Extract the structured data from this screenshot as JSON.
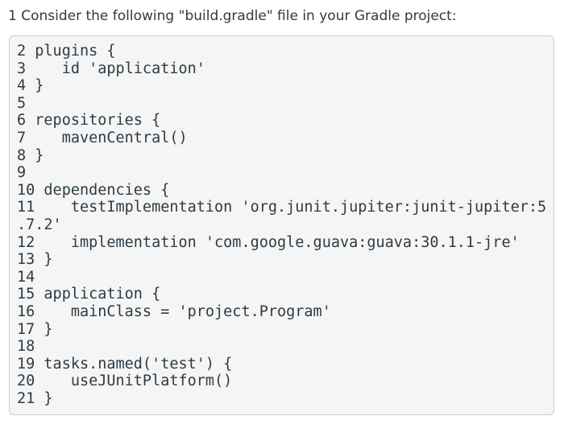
{
  "question": {
    "text": "1 Consider the following \"build.gradle\" file in your Gradle project:"
  },
  "code": {
    "lines": [
      "2 plugins {",
      "3    id 'application'",
      "4 }",
      "5",
      "6 repositories {",
      "7    mavenCentral()",
      "8 }",
      "9",
      "10 dependencies {",
      "11    testImplementation 'org.junit.jupiter:junit-jupiter:5",
      ".7.2'",
      "12    implementation 'com.google.guava:guava:30.1.1-jre'",
      "13 }",
      "14",
      "15 application {",
      "16    mainClass = 'project.Program'",
      "17 }",
      "18",
      "19 tasks.named('test') {",
      "20    useJUnitPlatform()",
      "21 }"
    ]
  }
}
